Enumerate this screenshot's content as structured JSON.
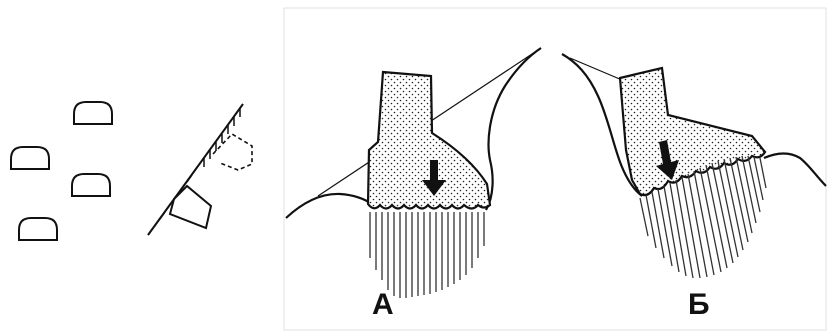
{
  "labels": {
    "left": "А",
    "right": "Б"
  },
  "colors": {
    "ink": "#111111",
    "panel_border": "#e0e0e0",
    "background": "#ffffff"
  },
  "icons": {
    "stone": "rounded-stone-outline",
    "arrow": "down-arrow",
    "hatching": "slope-hatching"
  }
}
